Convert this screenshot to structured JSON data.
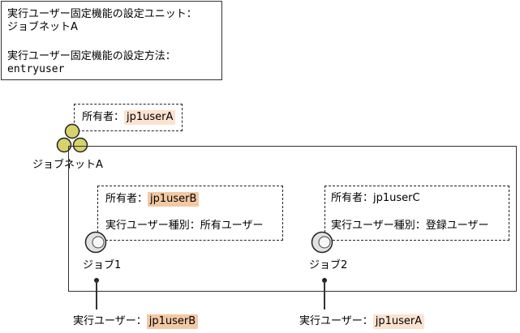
{
  "info_box": {
    "line1": "実行ユーザー固定機能の設定ユニット：",
    "line2": "ジョブネットA",
    "line3": "実行ユーザー固定機能の設定方法：",
    "line4": "entryuser"
  },
  "jobnet": {
    "owner_label": "所有者：",
    "owner_value": "jp1userA",
    "name": "ジョブネットA"
  },
  "job1": {
    "owner_label": "所有者：",
    "owner_value": "jp1userB",
    "type_label": "実行ユーザー種別：",
    "type_value": "所有ユーザー",
    "name": "ジョブ1",
    "exec_label": "実行ユーザー：",
    "exec_value": "jp1userB"
  },
  "job2": {
    "owner_label": "所有者：",
    "owner_value": "jp1userC",
    "type_label": "実行ユーザー種別：",
    "type_value": "登録ユーザー",
    "name": "ジョブ2",
    "exec_label": "実行ユーザー：",
    "exec_value": "jp1userA"
  },
  "colors": {
    "highlight_strong": "#f2c9a4",
    "highlight_light": "#fbe3d0",
    "jobnet_icon": "#d6d36a",
    "job_icon": "#e2e2e2"
  }
}
